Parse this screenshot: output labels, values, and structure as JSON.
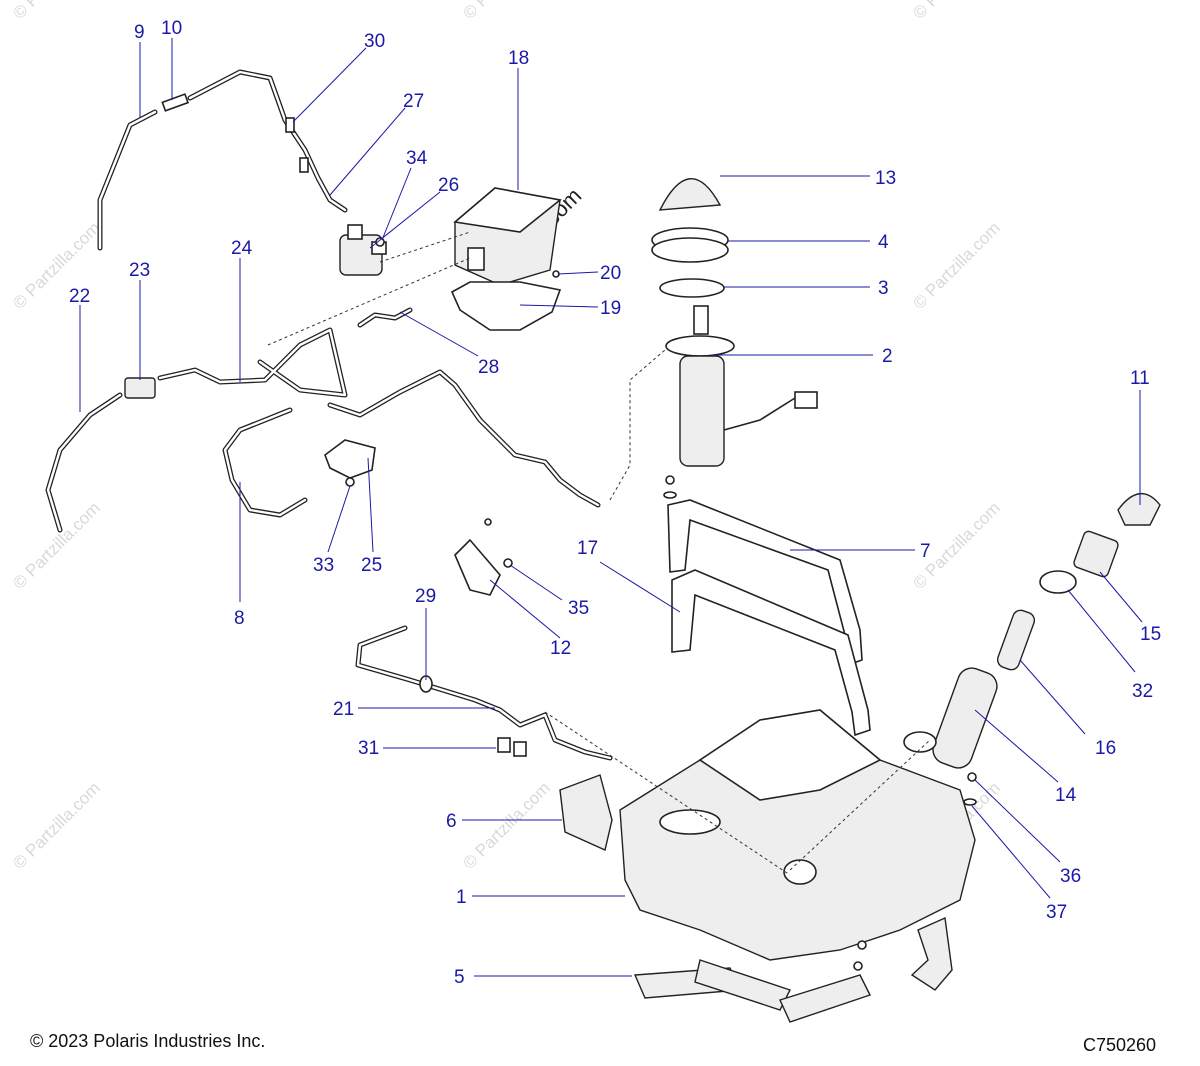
{
  "watermark": "© Partzilla.com",
  "callouts": [
    {
      "id": "c1",
      "label": "1"
    },
    {
      "id": "c2",
      "label": "2"
    },
    {
      "id": "c3",
      "label": "3"
    },
    {
      "id": "c4",
      "label": "4"
    },
    {
      "id": "c5",
      "label": "5"
    },
    {
      "id": "c6",
      "label": "6"
    },
    {
      "id": "c7",
      "label": "7"
    },
    {
      "id": "c8",
      "label": "8"
    },
    {
      "id": "c9",
      "label": "9"
    },
    {
      "id": "c10",
      "label": "10"
    },
    {
      "id": "c11",
      "label": "11"
    },
    {
      "id": "c12",
      "label": "12"
    },
    {
      "id": "c13",
      "label": "13"
    },
    {
      "id": "c14",
      "label": "14"
    },
    {
      "id": "c15",
      "label": "15"
    },
    {
      "id": "c16",
      "label": "16"
    },
    {
      "id": "c17",
      "label": "17"
    },
    {
      "id": "c18",
      "label": "18"
    },
    {
      "id": "c19",
      "label": "19"
    },
    {
      "id": "c20",
      "label": "20"
    },
    {
      "id": "c21",
      "label": "21"
    },
    {
      "id": "c22",
      "label": "22"
    },
    {
      "id": "c23",
      "label": "23"
    },
    {
      "id": "c24",
      "label": "24"
    },
    {
      "id": "c25",
      "label": "25"
    },
    {
      "id": "c26",
      "label": "26"
    },
    {
      "id": "c27",
      "label": "27"
    },
    {
      "id": "c28",
      "label": "28"
    },
    {
      "id": "c29",
      "label": "29"
    },
    {
      "id": "c30",
      "label": "30"
    },
    {
      "id": "c31",
      "label": "31"
    },
    {
      "id": "c32",
      "label": "32"
    },
    {
      "id": "c33",
      "label": "33"
    },
    {
      "id": "c34",
      "label": "34"
    },
    {
      "id": "c35",
      "label": "35"
    },
    {
      "id": "c36",
      "label": "36"
    },
    {
      "id": "c37",
      "label": "37"
    }
  ],
  "footer": {
    "copyright": "© 2023 Polaris Industries Inc.",
    "diagram_code": "C750260"
  }
}
